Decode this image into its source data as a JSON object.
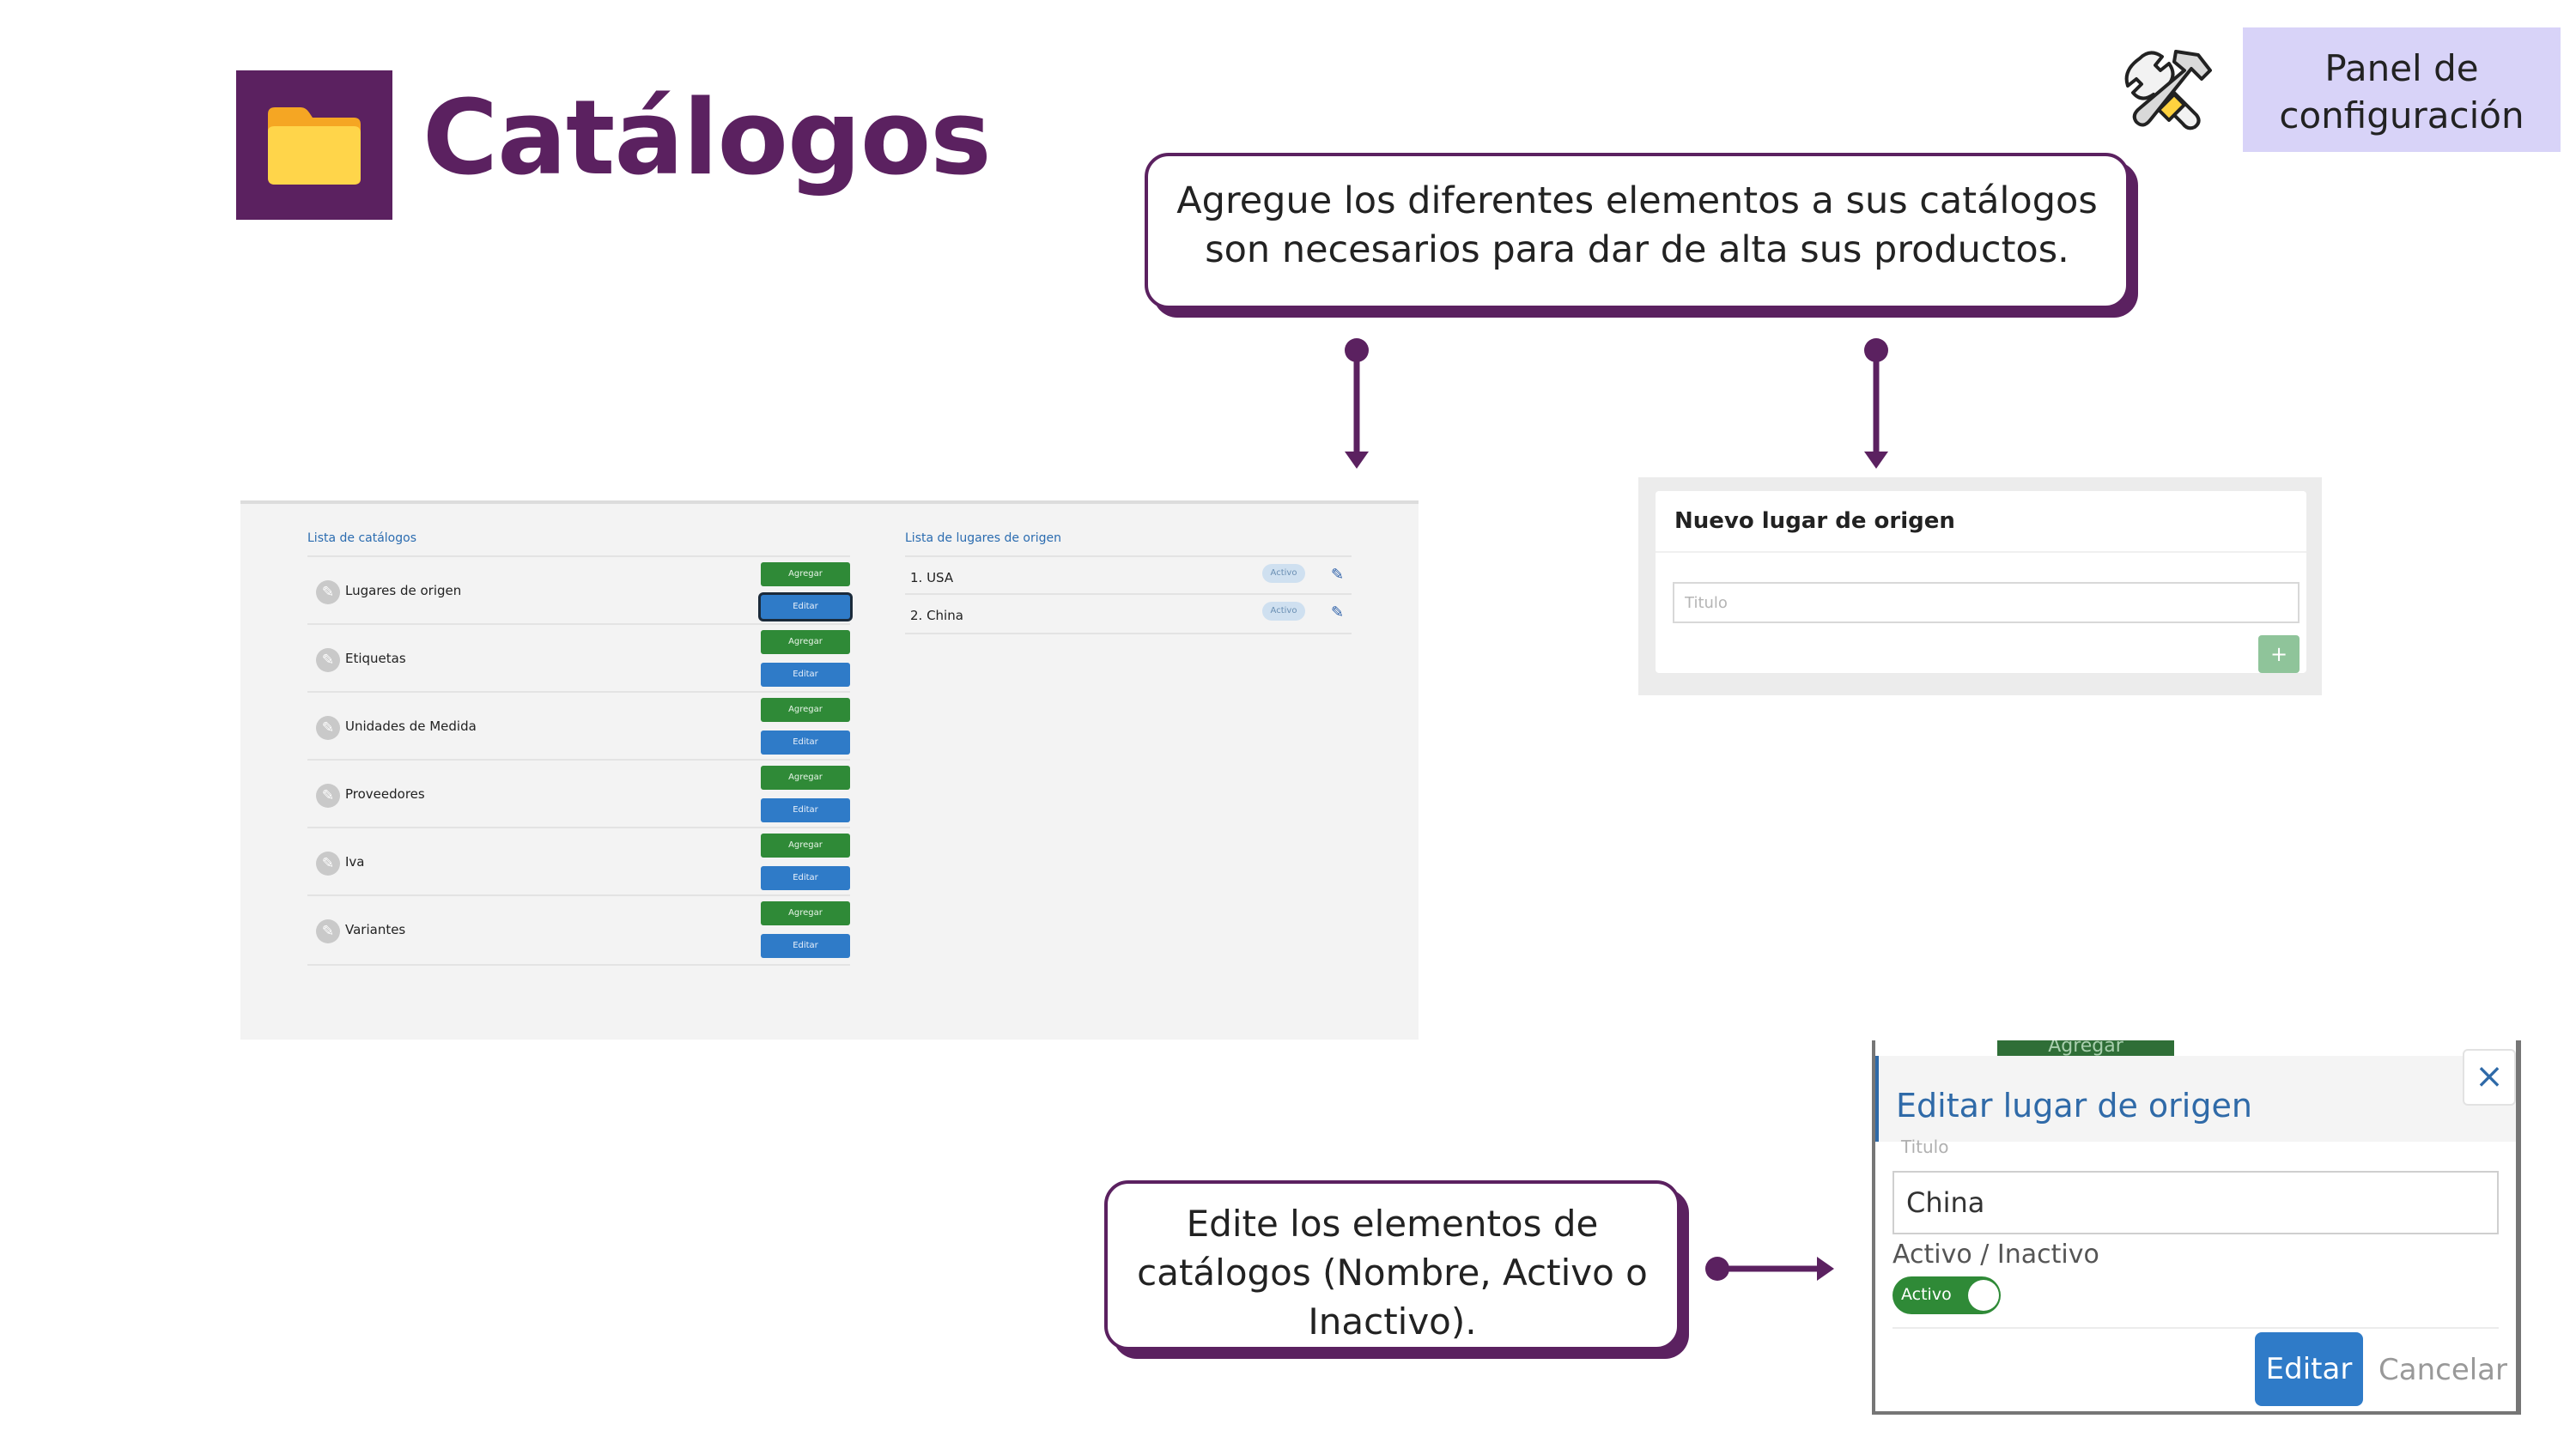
{
  "header": {
    "title": "Catálogos",
    "panel_button": "Panel de configuración",
    "icons": [
      "folder-icon",
      "tools-icon"
    ]
  },
  "callouts": {
    "top": "Agregue los diferentes elementos a sus catálogos son necesarios para dar de alta sus productos.",
    "bottom": "Edite los elementos de catálogos (Nombre, Activo o Inactivo)."
  },
  "catalog_list": {
    "title": "Lista de catálogos",
    "add_label": "Agregar",
    "edit_label": "Editar",
    "items": [
      {
        "name": "Lugares de origen"
      },
      {
        "name": "Etiquetas"
      },
      {
        "name": "Unidades de Medida"
      },
      {
        "name": "Proveedores"
      },
      {
        "name": "Iva"
      },
      {
        "name": "Variantes"
      }
    ]
  },
  "places_list": {
    "title": "Lista de lugares de origen",
    "items": [
      {
        "name": "1. USA",
        "status": "Activo"
      },
      {
        "name": "2. China",
        "status": "Activo"
      }
    ]
  },
  "new_place": {
    "title": "Nuevo lugar de origen",
    "placeholder": "Titulo",
    "add_symbol": "+"
  },
  "edit_place": {
    "background_button": "Agregar",
    "title": "Editar lugar de origen",
    "close_symbol": "×",
    "field_label": "Titulo",
    "field_value": "China",
    "active_label": "Activo / Inactivo",
    "toggle_label": "Activo",
    "toggle_on": true,
    "save_label": "Editar",
    "cancel_label": "Cancelar"
  },
  "colors": {
    "brand_purple": "#5b2160",
    "panel_lilac": "#d8d3f8",
    "add_green": "#2f8a37",
    "edit_blue": "#2f7bc8"
  }
}
